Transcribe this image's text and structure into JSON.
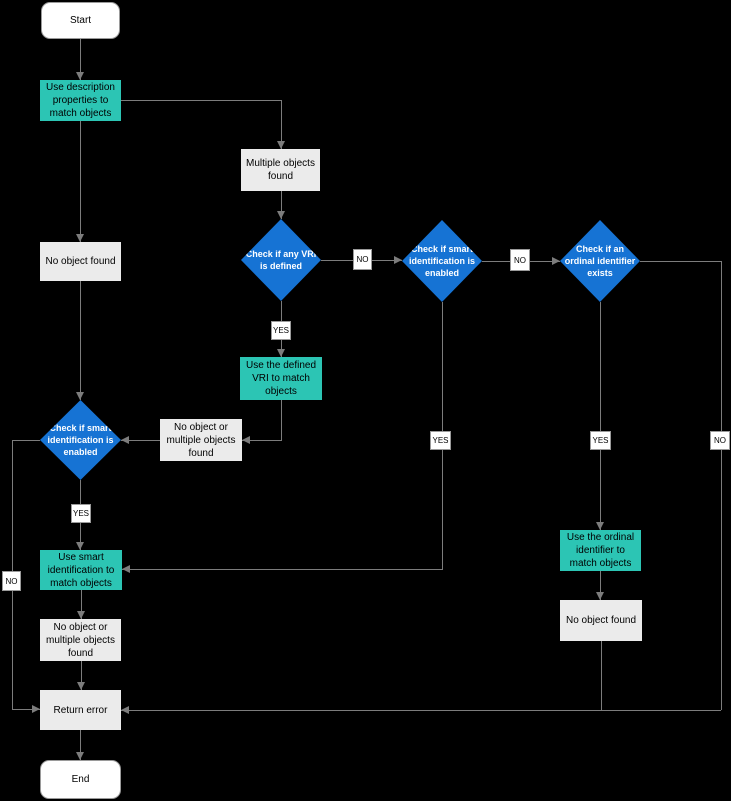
{
  "diagram": {
    "type": "flowchart",
    "nodes": {
      "start": "Start",
      "use_description": "Use description properties to match objects",
      "multiple_objects_found": "Multiple objects found",
      "no_object_found_left": "No object found",
      "check_vri": "Check if any VRI is defined",
      "check_smart_mid": "Check if smart identification is enabled",
      "check_ordinal": "Check if an ordinal identifier exists",
      "use_defined_vri": "Use the defined VRI to match objects",
      "no_or_multiple_1": "No object or multiple objects found",
      "check_smart_left": "Check if smart identification is enabled",
      "use_smart": "Use smart identification to match objects",
      "no_or_multiple_2": "No object or multiple objects found",
      "use_ordinal": "Use the ordinal identifier to match objects",
      "no_object_found_right": "No object found",
      "return_error": "Return error",
      "end": "End"
    },
    "edge_labels": {
      "yes_vri": "YES",
      "no_vri": "NO",
      "yes_smart_mid": "YES",
      "no_smart_mid": "NO",
      "yes_smart_left": "YES",
      "no_smart_left": "NO",
      "yes_ordinal": "YES",
      "no_ordinal": "NO"
    },
    "colors": {
      "background": "#000000",
      "process_fill": "#ebebeb",
      "action_fill": "#2cc5b4",
      "decision_fill": "#1673d4",
      "terminal_fill": "#ffffff",
      "line": "#7c7c7c",
      "decision_text": "#ffffff",
      "text": "#000000"
    }
  }
}
